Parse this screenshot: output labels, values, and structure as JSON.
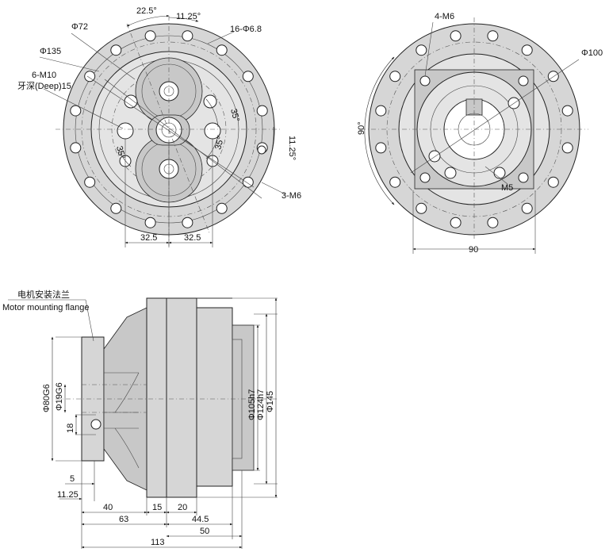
{
  "front_view": {
    "angle_22_5": "22.5°",
    "angle_11_25": "11.25°",
    "bolt_circle_holes": "16-Φ6.8",
    "dia_72": "Φ72",
    "dia_135": "Φ135",
    "thread_6m10": "6-M10",
    "thread_depth": "牙深(Deep)15",
    "angle_35_a": "35°",
    "angle_35_b": "35°",
    "angle_35_c": "35°",
    "angle_11_25_b": "11.25°",
    "thread_3m6": "3-M6",
    "dim_32_5_left": "32.5",
    "dim_32_5_right": "32.5"
  },
  "rear_view": {
    "thread_4m6": "4-M6",
    "dia_100": "Φ100",
    "angle_90": "90°",
    "thread_m5": "M5",
    "dim_90": "90"
  },
  "side_view": {
    "flange_label_cn": "电机安装法兰",
    "flange_label_en": "Motor mounting flange",
    "dia_80g6": "Φ80G6",
    "dia_19g6": "Φ19G6",
    "dim_18": "18",
    "dia_105h7": "Φ105h7",
    "dia_124h7": "Φ124h7",
    "dia_145": "Φ145",
    "dim_5": "5",
    "dim_11_25": "11.25",
    "dim_40": "40",
    "dim_15": "15",
    "dim_20": "20",
    "dim_63": "63",
    "dim_44_5": "44.5",
    "dim_50": "50",
    "dim_113": "113"
  }
}
